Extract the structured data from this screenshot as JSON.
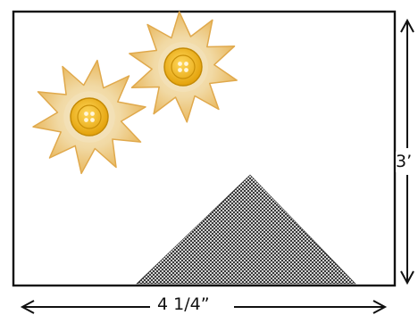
{
  "card": {
    "width_label": "4 1/4”",
    "height_label": "3’"
  },
  "colors": {
    "outline": "#111111",
    "flower_petal": "#edc47a",
    "flower_center": "#f4e2bd",
    "button_fill": "#f2b91e",
    "button_holes": "#fff6dc",
    "mesh": "#1a1a1a"
  },
  "decorations": {
    "flowers": [
      {
        "name": "paper-flower",
        "button": "yellow-button"
      },
      {
        "name": "paper-flower",
        "button": "yellow-button"
      }
    ],
    "triangle": "mesh-triangle"
  }
}
